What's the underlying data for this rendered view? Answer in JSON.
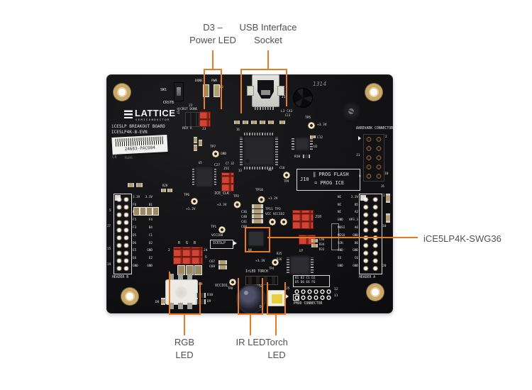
{
  "palette": {
    "callout_orange": "#E87A22",
    "callout_text": "#4f5154",
    "pcb_black": "#131315",
    "silk_white": "#f0f0ee",
    "jumper_red": "#cf4437"
  },
  "callouts": {
    "power_led": {
      "line1": "D3 –",
      "line2": "Power LED"
    },
    "usb": {
      "line1": "USB Interface",
      "line2": "Socket"
    },
    "fpga": {
      "label": "iCE5LP4K-SWG36"
    },
    "rgb": {
      "line1": "RGB",
      "line2": "LED"
    },
    "ir": {
      "label": "IR LED"
    },
    "torch": {
      "line1": "Torch",
      "line2": "LED"
    }
  },
  "board": {
    "top_left": {
      "sw1": "SW1",
      "crstb": "CRSTB",
      "done": "DONE",
      "pwr": "PWR",
      "d3": "D3",
      "tp17": "TP17",
      "j2": "J2",
      "crst_done": "CRST DONE",
      "rev_a": "REV A",
      "j3": "J3",
      "logo": "LATTICE",
      "logo_sub": "SEMICONDUCTOR",
      "name": "iCE5LP BREAKOUT BOARD",
      "part": "ICE5LP4K-B-EVN",
      "sticker": "24683-PAC004",
      "ce": "CE",
      "rohs": "RoHS",
      "tp7": "TP7",
      "tp7_net": "GND",
      "r28": "R28"
    },
    "top_right": {
      "j11": "J11",
      "date_code": "1314",
      "l3c43": "L3 C43",
      "c13": "C13",
      "tp5": "TP5",
      "tp5_net": "+3.3V",
      "u2": "U2",
      "c12": "C12",
      "r10": "R10",
      "aardvark": "AARDVARK CONNECTOR",
      "j1": "J1",
      "j1_pin2": "2",
      "j1_pin9": "9",
      "j1_pin10": "10",
      "j6": "J6"
    },
    "center": {
      "c27": "C27",
      "c7": "C7 32",
      "p16": "16",
      "p33": "33",
      "p48": "48",
      "c10": "C10",
      "tp9": "TP9",
      "u5": "U5",
      "j51": "J51",
      "ice_clk": "ICE_CLK",
      "tp6": "TP6",
      "tp6_net": "+1.2V",
      "tp2": "TP2",
      "tp2_net": "+3.3V",
      "tp10": "TP10",
      "tp10_net": "+1.2V",
      "caps": [
        "C36",
        "C40",
        "C41",
        "C68"
      ],
      "tp11_tp3": "TP11 TP3",
      "vcc_vccio2": "VCC VCCIO2",
      "tp1": "TP1",
      "vccio0": "VCCIO0",
      "ice5lp": "ICE5LP",
      "u8": "U8",
      "j10": "J10",
      "c46": "C46",
      "r34": "R34",
      "r33": "R33",
      "u7": "U7",
      "r35": "R35",
      "r36": "R36"
    },
    "prog_box": {
      "ref": "J10",
      "line1": "‖ PROG FLASH",
      "line2": "= PROG ICE"
    },
    "bottom": {
      "r": "R",
      "g": "G",
      "b": "B",
      "j4": "J4",
      "j4_pin5": "5",
      "j4_pin2": "2",
      "u9": "U9",
      "d8": "D8",
      "d10": "D10",
      "d9": "D9",
      "vccio1": "VCCIO1",
      "tp8": "TP8",
      "c67": "C67",
      "c69": "C69",
      "tp4_net": "+3.3V",
      "tp4": "TP4",
      "irled_torch": "IrLED TORCH",
      "j50": "J50",
      "d1": "D1",
      "j5": "J5",
      "note1": "B1 B2 C1 D2",
      "note2": "D5 D6 E6 F6",
      "pmod": "PMOD CONNECTOR",
      "pin12": "12",
      "pin11": "11"
    },
    "header_a": {
      "title": "HEADER A",
      "pin2": "2",
      "pin10": "10",
      "pin20": "20",
      "rows": [
        [
          "NC",
          "3.3V"
        ],
        [
          "NC",
          "B5"
        ],
        [
          "NC",
          "A2"
        ],
        [
          "GND",
          "HP3.3"
        ],
        [
          "MOSI",
          "A6"
        ],
        [
          "MISO",
          "GND"
        ],
        [
          "SCK",
          "B6"
        ],
        [
          "GND",
          "GND"
        ],
        [
          "SS",
          "C6"
        ],
        [
          "GND",
          "GND"
        ]
      ]
    },
    "header_b": {
      "title": "HEADER B",
      "pin5": "5",
      "j7": "J7",
      "pin15": "15",
      "pin19": "19",
      "rows": [
        [
          "3.3V",
          "3.3V"
        ],
        [
          "F6",
          "B1"
        ],
        [
          "E3",
          "B2"
        ],
        [
          "F5",
          "F4"
        ],
        [
          "F3",
          "B4"
        ],
        [
          "D5",
          "C1"
        ],
        [
          "D6",
          "D2"
        ],
        [
          "E5",
          "GND"
        ],
        [
          "E6",
          "E2"
        ],
        [
          "GND",
          "GND"
        ]
      ]
    }
  }
}
